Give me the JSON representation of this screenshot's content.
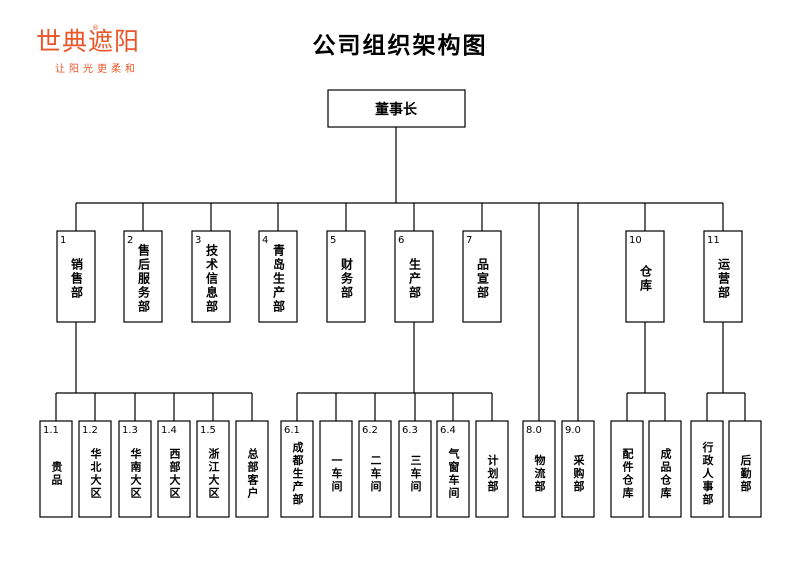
{
  "logo": {
    "brand": "世典遮阳",
    "registered": "®",
    "slogan": "让阳光更柔和",
    "color": "#e8562a"
  },
  "title": "公司组织架构图",
  "root": {
    "name": "董事长"
  },
  "departments": [
    {
      "number": "1",
      "name": "销售部"
    },
    {
      "number": "2",
      "name": "售后服务部"
    },
    {
      "number": "3",
      "name": "技术信息部"
    },
    {
      "number": "4",
      "name": "青岛生产部"
    },
    {
      "number": "5",
      "name": "财务部"
    },
    {
      "number": "6",
      "name": "生产部"
    },
    {
      "number": "7",
      "name": "品宣部"
    },
    {
      "number": "10",
      "name": "仓库"
    },
    {
      "number": "11",
      "name": "运营部"
    }
  ],
  "sub_units": [
    {
      "number": "1.1",
      "name": "贵品",
      "parent": "1"
    },
    {
      "number": "1.2",
      "name": "华北大区",
      "parent": "1"
    },
    {
      "number": "1.3",
      "name": "华南大区",
      "parent": "1"
    },
    {
      "number": "1.4",
      "name": "西部大区",
      "parent": "1"
    },
    {
      "number": "1.5",
      "name": "浙江大区",
      "parent": "1"
    },
    {
      "number": "",
      "name": "总部客户",
      "parent": "1"
    },
    {
      "number": "6.1",
      "name": "成都生产部",
      "parent": "6"
    },
    {
      "number": "",
      "name": "一车间",
      "parent": "6"
    },
    {
      "number": "6.2",
      "name": "二车间",
      "parent": "6"
    },
    {
      "number": "6.3",
      "name": "三车间",
      "parent": "6"
    },
    {
      "number": "6.4",
      "name": "气窗车间",
      "parent": "6"
    },
    {
      "number": "",
      "name": "计划部",
      "parent": "6"
    },
    {
      "number": "8.0",
      "name": "物流部",
      "parent": "root"
    },
    {
      "number": "9.0",
      "name": "采购部",
      "parent": "root"
    },
    {
      "number": "",
      "name": "配件仓库",
      "parent": "10"
    },
    {
      "number": "",
      "name": "成品仓库",
      "parent": "10"
    },
    {
      "number": "",
      "name": "行政人事部",
      "parent": "11"
    },
    {
      "number": "",
      "name": "后勤部",
      "parent": "11"
    }
  ]
}
